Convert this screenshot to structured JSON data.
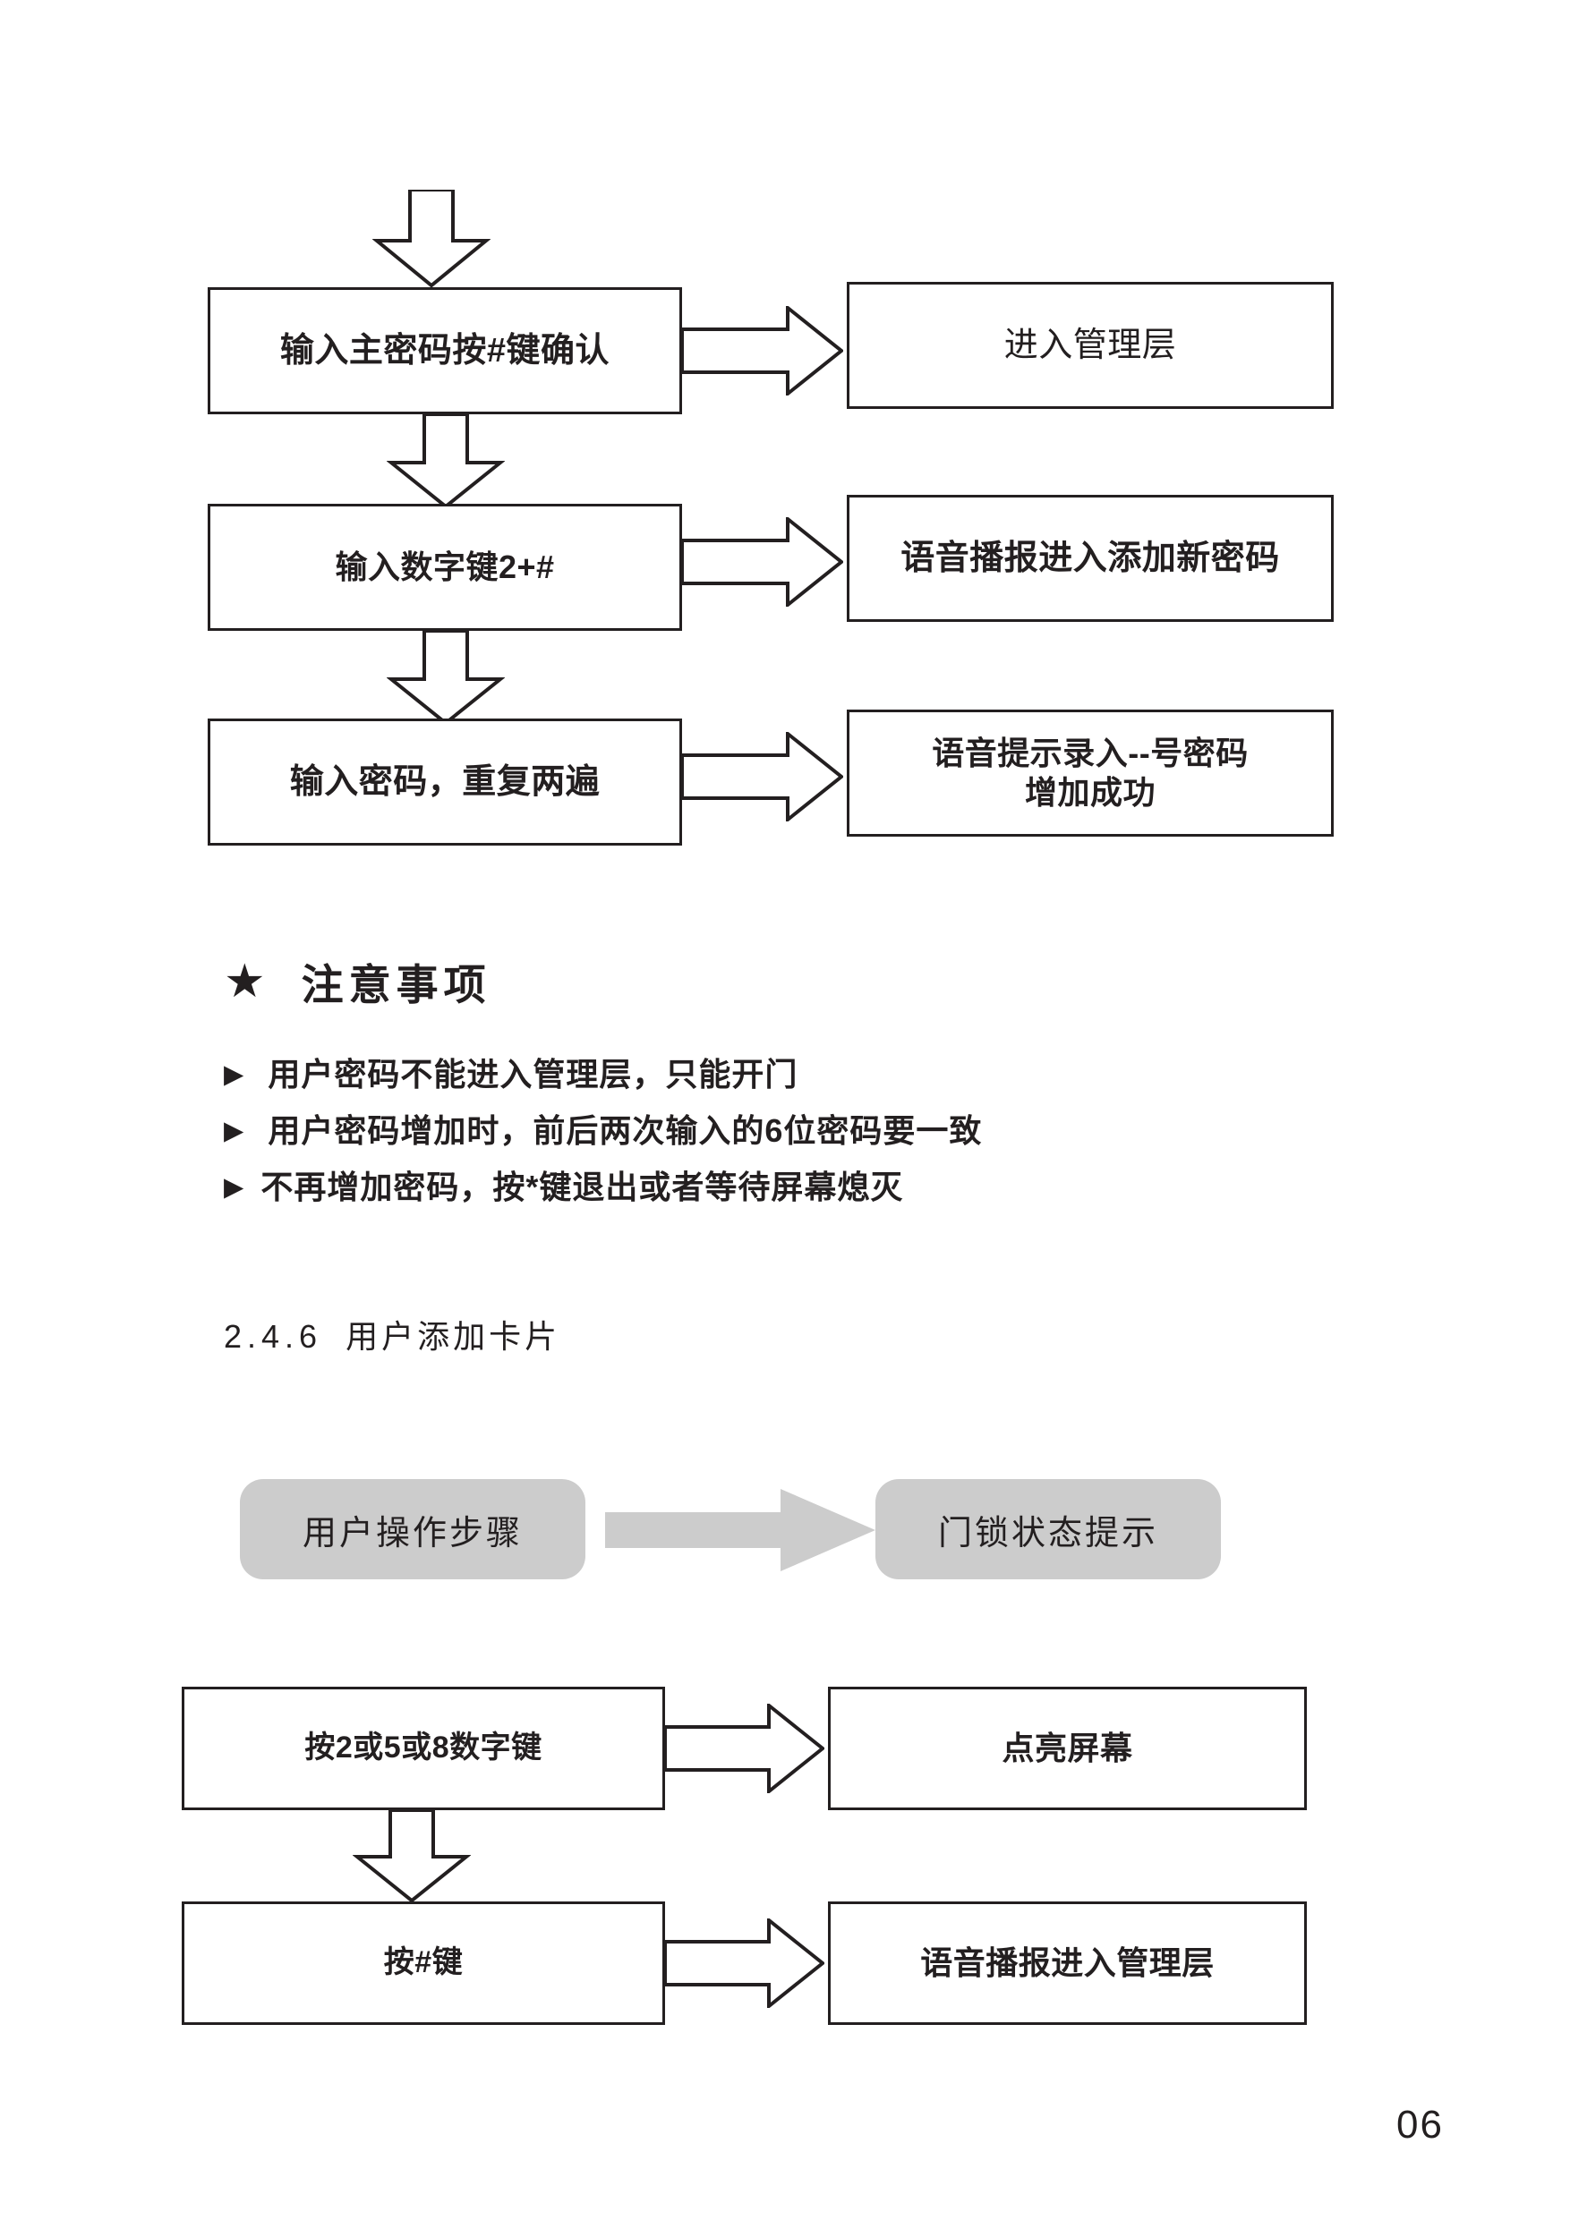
{
  "page": {
    "number": "06",
    "background": "#ffffff",
    "ink": "#231f20",
    "legend_fill": "#cccccc"
  },
  "flow_top": {
    "name": "add-user-password-flow",
    "entry_arrow": "down-arrow",
    "rows": [
      {
        "step": "输入主密码按#键确认",
        "connector": "right-arrow",
        "result": "进入管理层",
        "next_connector": "down-arrow"
      },
      {
        "step": "输入数字键2+#",
        "connector": "right-arrow",
        "result": "语音播报进入添加新密码",
        "next_connector": "down-arrow"
      },
      {
        "step": "输入密码，重复两遍",
        "connector": "right-arrow",
        "result_line1": "语音提示录入--号密码",
        "result_line2": "增加成功",
        "next_connector": ""
      }
    ]
  },
  "notes": {
    "star_icon": "★",
    "title": "注意事项",
    "bullet_icon": "▶",
    "items": [
      "用户密码不能进入管理层，只能开门",
      "用户密码增加时，前后两次输入的6位密码要一致",
      "不再增加密码，按*键退出或者等待屏幕熄灭"
    ]
  },
  "section": {
    "number": "2.4.6",
    "title": "用户添加卡片"
  },
  "legend": {
    "left_label": "用户操作步骤",
    "arrow": "right-arrow-filled",
    "right_label": "门锁状态提示"
  },
  "flow_bottom": {
    "name": "add-card-flow",
    "rows": [
      {
        "step": "按2或5或8数字键",
        "connector": "right-arrow",
        "result": "点亮屏幕",
        "next_connector": "down-arrow"
      },
      {
        "step": "按#键",
        "connector": "right-arrow",
        "result": "语音播报进入管理层",
        "next_connector": ""
      }
    ]
  }
}
